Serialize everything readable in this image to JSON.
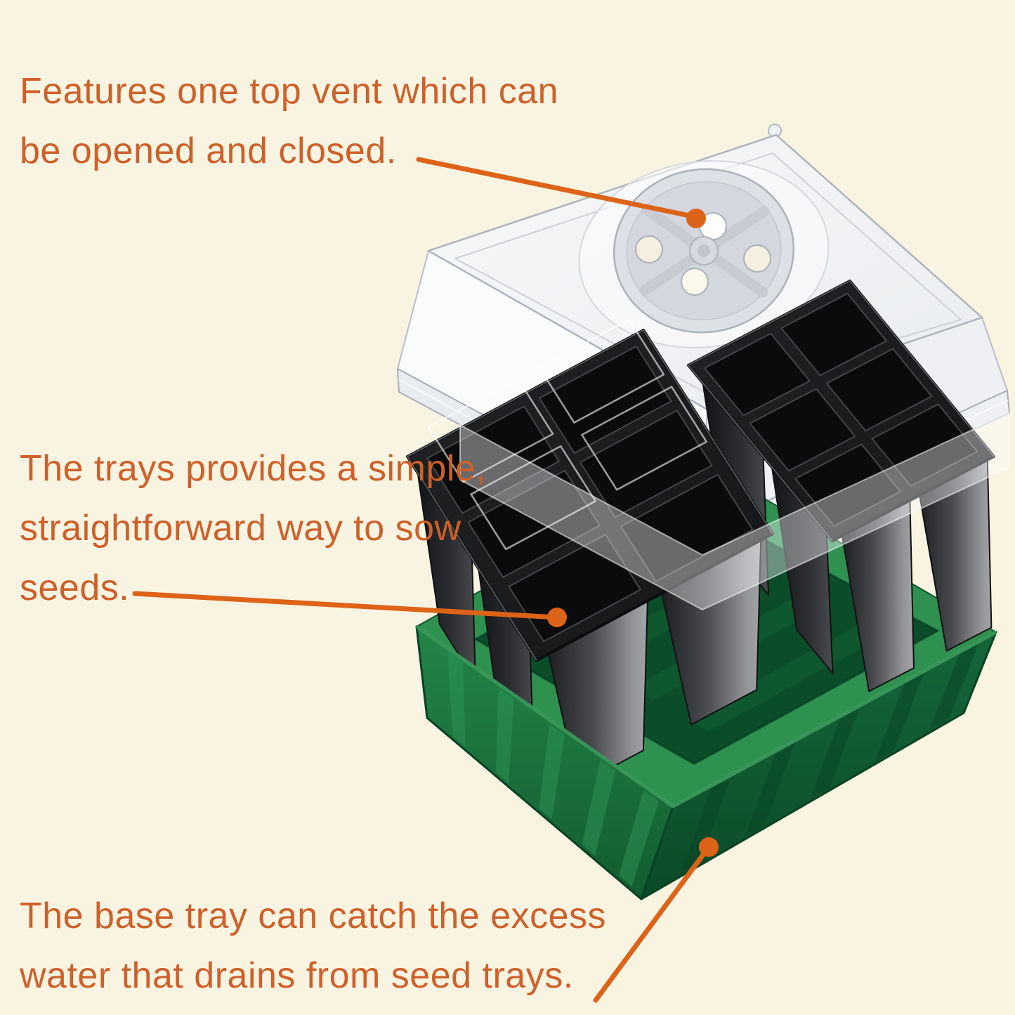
{
  "colors": {
    "cream": "#F9F4E2",
    "accent": "#CE6029",
    "leader": "#DD6318",
    "domelight": "#F5F6F8",
    "domeedge": "#A9AFB8",
    "trayblack": "#1B1C1E",
    "greenrim": "#2E9150",
    "greenwall": "#1D7C44",
    "greenfloor": "#0B4C29"
  },
  "annotations": {
    "vent": {
      "lines": [
        "Features one top vent which can",
        "be opened and closed."
      ]
    },
    "trays": {
      "lines": [
        "The trays provides a simple,",
        "straightforward way to sow",
        "seeds."
      ]
    },
    "base": {
      "lines": [
        "The base tray can catch the excess",
        "water that drains from seed trays."
      ]
    }
  }
}
